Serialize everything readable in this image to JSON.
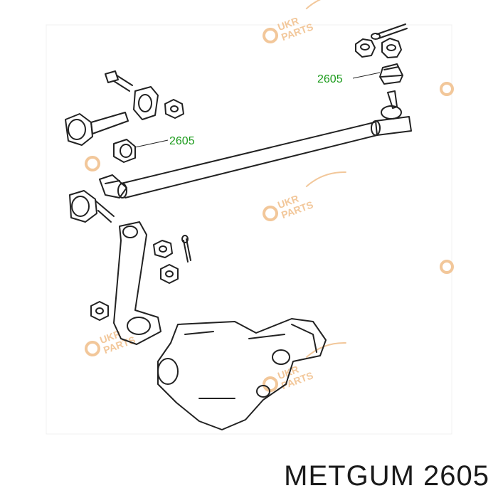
{
  "diagram": {
    "callouts": [
      {
        "id": "callout-upper-right",
        "text": "2605"
      },
      {
        "id": "callout-left",
        "text": "2605"
      }
    ],
    "caption": "METGUM 2605",
    "watermark": {
      "line1": "UKR",
      "line2": "PARTS",
      "icon": "gear-icon",
      "color": "#f2c79a"
    },
    "colors": {
      "callout": "#1a9a1a",
      "line": "#222222"
    }
  }
}
